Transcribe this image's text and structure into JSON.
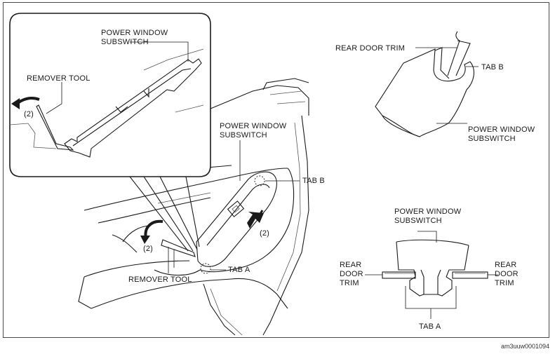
{
  "labels": {
    "inset_power_window_line1": "POWER WINDOW",
    "inset_power_window_line2": "SUBSWITCH",
    "inset_remover_tool": "REMOVER TOOL",
    "inset_step": "(2)",
    "main_power_window_line1": "POWER WINDOW",
    "main_power_window_line2": "SUBSWITCH",
    "main_tab_b": "TAB B",
    "main_tab_a": "TAB A",
    "main_remover_tool": "REMOVER TOOL",
    "main_step_left": "(2)",
    "main_step_right": "(2)",
    "tr_rear_door_trim": "REAR DOOR TRIM",
    "tr_tab_b": "TAB B",
    "tr_power_window_line1": "POWER WINDOW",
    "tr_power_window_line2": "SUBSWITCH",
    "br_power_window_line1": "POWER WINDOW",
    "br_power_window_line2": "SUBSWITCH",
    "br_left_rear": "REAR",
    "br_left_door": "DOOR",
    "br_left_trim": "TRIM",
    "br_right_rear": "REAR",
    "br_right_door": "DOOR",
    "br_right_trim": "TRIM",
    "br_tab_a": "TAB A"
  },
  "reference_code": "am3uuw0001094"
}
